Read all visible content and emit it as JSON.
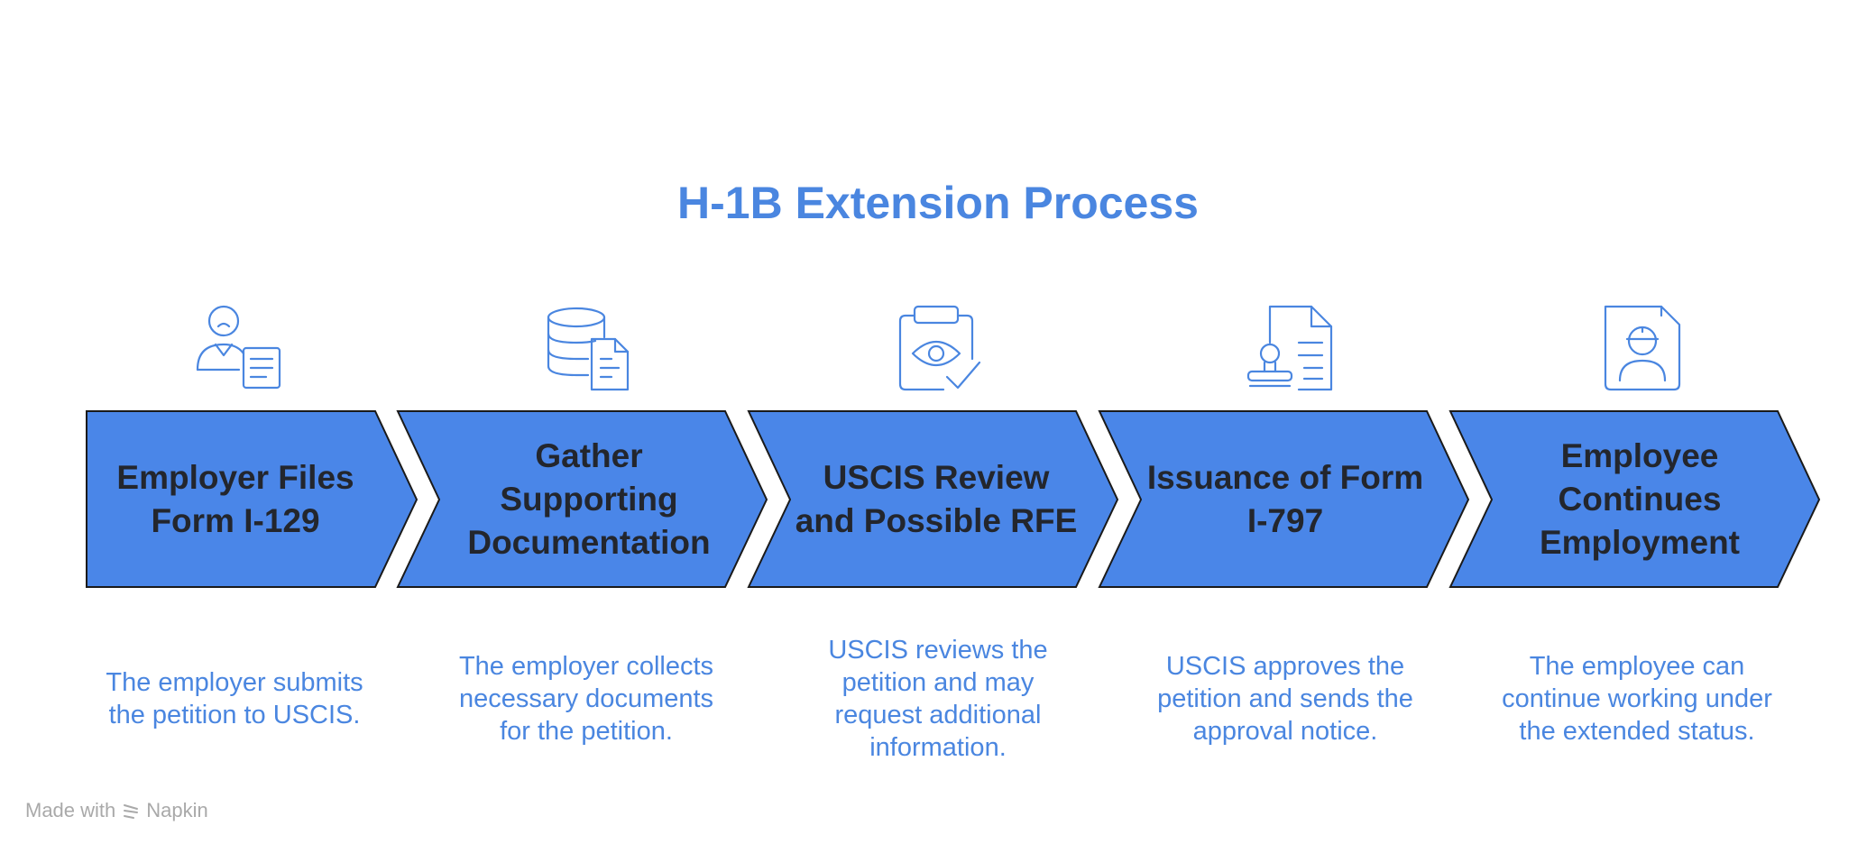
{
  "title": "H-1B Extension Process",
  "colors": {
    "accent": "#4a86e0",
    "chevron_fill": "#4a86e8",
    "chevron_stroke": "#1a1a1a",
    "label_text": "#23262d"
  },
  "steps": [
    {
      "label": "Employer Files Form I-129",
      "description": "The employer submits the petition to USCIS.",
      "icon": "person-with-document-icon"
    },
    {
      "label": "Gather Supporting Documentation",
      "description": "The employer collects necessary documents for the petition.",
      "icon": "database-with-document-icon"
    },
    {
      "label": "USCIS Review and Possible RFE",
      "description": "USCIS reviews the petition and may request additional information.",
      "icon": "clipboard-eye-check-icon"
    },
    {
      "label": "Issuance of Form I-797",
      "description": "USCIS approves the petition and sends the approval notice.",
      "icon": "document-with-stamp-icon"
    },
    {
      "label": "Employee Continues Employment",
      "description": "The employee can continue working under the extended status.",
      "icon": "worker-badge-icon"
    }
  ],
  "footer": {
    "made_with": "Made with",
    "brand": "Napkin"
  }
}
